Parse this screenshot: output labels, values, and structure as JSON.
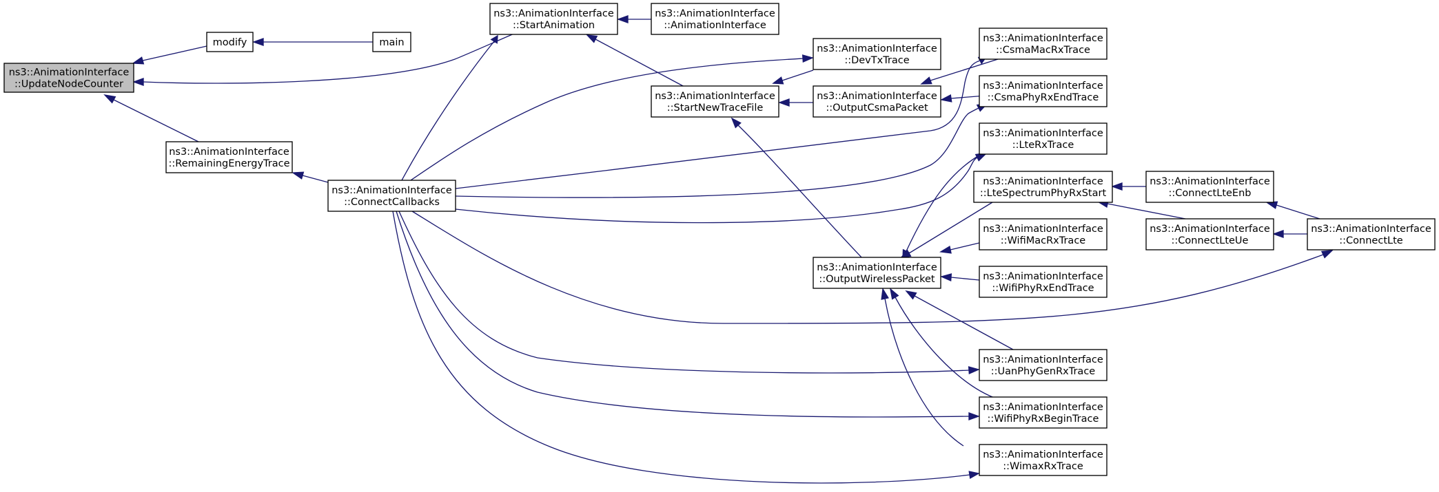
{
  "diagram": {
    "nodes": [
      {
        "id": "update_node_counter",
        "lines": [
          "ns3::AnimationInterface",
          "::UpdateNodeCounter"
        ],
        "highlighted": true
      },
      {
        "id": "modify",
        "lines": [
          "modify"
        ]
      },
      {
        "id": "main",
        "lines": [
          "main"
        ]
      },
      {
        "id": "remaining_energy_trace",
        "lines": [
          "ns3::AnimationInterface",
          "::RemainingEnergyTrace"
        ]
      },
      {
        "id": "connect_callbacks",
        "lines": [
          "ns3::AnimationInterface",
          "::ConnectCallbacks"
        ]
      },
      {
        "id": "start_animation",
        "lines": [
          "ns3::AnimationInterface",
          "::StartAnimation"
        ]
      },
      {
        "id": "animation_interface",
        "lines": [
          "ns3::AnimationInterface",
          "::AnimationInterface"
        ]
      },
      {
        "id": "start_new_trace_file",
        "lines": [
          "ns3::AnimationInterface",
          "::StartNewTraceFile"
        ]
      },
      {
        "id": "dev_tx_trace",
        "lines": [
          "ns3::AnimationInterface",
          "::DevTxTrace"
        ]
      },
      {
        "id": "output_csma_packet",
        "lines": [
          "ns3::AnimationInterface",
          "::OutputCsmaPacket"
        ]
      },
      {
        "id": "csma_mac_rx_trace",
        "lines": [
          "ns3::AnimationInterface",
          "::CsmaMacRxTrace"
        ]
      },
      {
        "id": "csma_phy_rx_end_trace",
        "lines": [
          "ns3::AnimationInterface",
          "::CsmaPhyRxEndTrace"
        ]
      },
      {
        "id": "lte_rx_trace",
        "lines": [
          "ns3::AnimationInterface",
          "::LteRxTrace"
        ]
      },
      {
        "id": "lte_spectrum_phy_rx_start",
        "lines": [
          "ns3::AnimationInterface",
          "::LteSpectrumPhyRxStart"
        ]
      },
      {
        "id": "connect_lte_enb",
        "lines": [
          "ns3::AnimationInterface",
          "::ConnectLteEnb"
        ]
      },
      {
        "id": "connect_lte_ue",
        "lines": [
          "ns3::AnimationInterface",
          "::ConnectLteUe"
        ]
      },
      {
        "id": "connect_lte",
        "lines": [
          "ns3::AnimationInterface",
          "::ConnectLte"
        ]
      },
      {
        "id": "output_wireless_packet",
        "lines": [
          "ns3::AnimationInterface",
          "::OutputWirelessPacket"
        ]
      },
      {
        "id": "wifi_mac_rx_trace",
        "lines": [
          "ns3::AnimationInterface",
          "::WifiMacRxTrace"
        ]
      },
      {
        "id": "wifi_phy_rx_end_trace",
        "lines": [
          "ns3::AnimationInterface",
          "::WifiPhyRxEndTrace"
        ]
      },
      {
        "id": "uan_phy_gen_rx_trace",
        "lines": [
          "ns3::AnimationInterface",
          "::UanPhyGenRxTrace"
        ]
      },
      {
        "id": "wifi_phy_rx_begin_trace",
        "lines": [
          "ns3::AnimationInterface",
          "::WifiPhyRxBeginTrace"
        ]
      },
      {
        "id": "wimax_rx_trace",
        "lines": [
          "ns3::AnimationInterface",
          "::WimaxRxTrace"
        ]
      }
    ],
    "edges": [
      {
        "from": "modify",
        "to": "update_node_counter"
      },
      {
        "from": "start_animation",
        "to": "update_node_counter"
      },
      {
        "from": "remaining_energy_trace",
        "to": "update_node_counter"
      },
      {
        "from": "main",
        "to": "modify"
      },
      {
        "from": "connect_callbacks",
        "to": "remaining_energy_trace"
      },
      {
        "from": "connect_callbacks",
        "to": "start_animation"
      },
      {
        "from": "animation_interface",
        "to": "start_animation"
      },
      {
        "from": "start_new_trace_file",
        "to": "start_animation"
      },
      {
        "from": "dev_tx_trace",
        "to": "start_new_trace_file"
      },
      {
        "from": "output_csma_packet",
        "to": "start_new_trace_file"
      },
      {
        "from": "output_wireless_packet",
        "to": "start_new_trace_file"
      },
      {
        "from": "connect_callbacks",
        "to": "dev_tx_trace"
      },
      {
        "from": "csma_mac_rx_trace",
        "to": "output_csma_packet"
      },
      {
        "from": "csma_phy_rx_end_trace",
        "to": "output_csma_packet"
      },
      {
        "from": "connect_callbacks",
        "to": "csma_mac_rx_trace"
      },
      {
        "from": "connect_callbacks",
        "to": "csma_phy_rx_end_trace"
      },
      {
        "from": "connect_callbacks",
        "to": "lte_rx_trace"
      },
      {
        "from": "connect_lte_enb",
        "to": "lte_spectrum_phy_rx_start"
      },
      {
        "from": "connect_lte_ue",
        "to": "lte_spectrum_phy_rx_start"
      },
      {
        "from": "connect_lte",
        "to": "connect_lte_enb"
      },
      {
        "from": "connect_lte",
        "to": "connect_lte_ue"
      },
      {
        "from": "connect_callbacks",
        "to": "connect_lte"
      },
      {
        "from": "lte_rx_trace",
        "to": "output_wireless_packet"
      },
      {
        "from": "lte_spectrum_phy_rx_start",
        "to": "output_wireless_packet"
      },
      {
        "from": "wifi_mac_rx_trace",
        "to": "output_wireless_packet"
      },
      {
        "from": "wifi_phy_rx_end_trace",
        "to": "output_wireless_packet"
      },
      {
        "from": "uan_phy_gen_rx_trace",
        "to": "output_wireless_packet"
      },
      {
        "from": "wifi_phy_rx_begin_trace",
        "to": "output_wireless_packet"
      },
      {
        "from": "wimax_rx_trace",
        "to": "output_wireless_packet"
      },
      {
        "from": "connect_callbacks",
        "to": "uan_phy_gen_rx_trace"
      },
      {
        "from": "connect_callbacks",
        "to": "wifi_phy_rx_begin_trace"
      },
      {
        "from": "connect_callbacks",
        "to": "wimax_rx_trace"
      }
    ],
    "colors": {
      "edge": "#191970",
      "highlight_fill": "#bfbfbf",
      "node_fill": "#ffffff",
      "node_stroke": "#000000"
    }
  }
}
